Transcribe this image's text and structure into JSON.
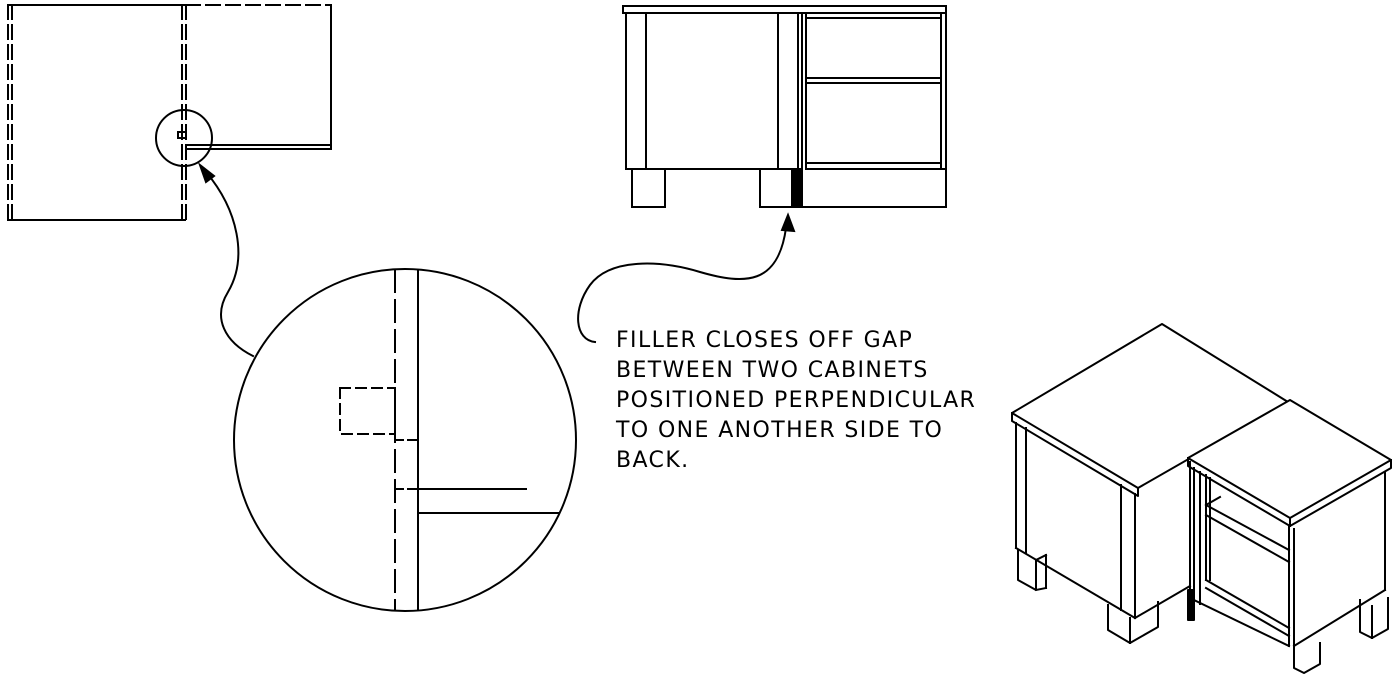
{
  "note": {
    "lines": [
      "FILLER CLOSES OFF GAP",
      "BETWEEN TWO CABINETS",
      "POSITIONED PERPENDICULAR",
      "TO ONE ANOTHER SIDE TO",
      "BACK."
    ]
  },
  "colors": {
    "ink": "#000000",
    "paper": "#ffffff"
  }
}
